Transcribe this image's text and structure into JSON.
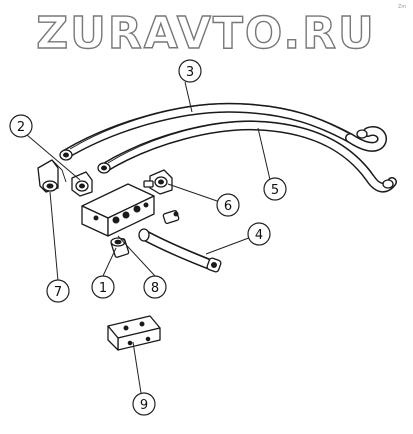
{
  "watermark": {
    "text": "ZURAVTO.RU"
  },
  "corner_mark": {
    "text": "Zm"
  },
  "callouts": [
    {
      "id": "1",
      "label": "1"
    },
    {
      "id": "2",
      "label": "2"
    },
    {
      "id": "3",
      "label": "3"
    },
    {
      "id": "4",
      "label": "4"
    },
    {
      "id": "5",
      "label": "5"
    },
    {
      "id": "6",
      "label": "6"
    },
    {
      "id": "7",
      "label": "7"
    },
    {
      "id": "8",
      "label": "8"
    },
    {
      "id": "9",
      "label": "9"
    }
  ]
}
